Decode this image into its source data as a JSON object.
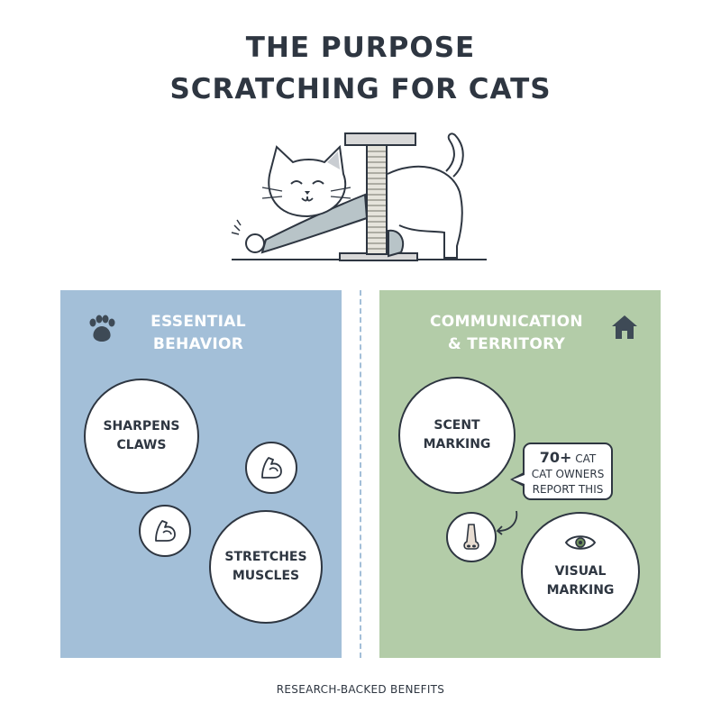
{
  "title": {
    "line1": "THE PURPOSE",
    "line2": "SCRATCHING FOR CATS"
  },
  "left_panel": {
    "heading_line1": "ESSENTIAL",
    "heading_line2": "BEHAVIOR",
    "icon": "paw-icon",
    "bubbles": [
      {
        "text": "SHARPENS\nCLAWS"
      },
      {
        "text": "STRETCHES\nMUSCLES"
      }
    ],
    "small_icons": [
      "flexed-arm-icon",
      "flexed-arm-icon"
    ],
    "color": "#a3bfd8"
  },
  "right_panel": {
    "heading_line1": "COMMUNICATION",
    "heading_line2": "& TERRITORY",
    "icon": "house-icon",
    "bubbles": [
      {
        "text": "SCENT\nMARKING"
      },
      {
        "text": "VISUAL\nMARKING"
      }
    ],
    "callout": {
      "stat": "70+",
      "line1_suffix": "CAT",
      "line2": "CAT OWNERS",
      "line3": "REPORT THIS"
    },
    "small_icons": [
      "nose-icon",
      "eye-icon"
    ],
    "color": "#b3cca8"
  },
  "footer": {
    "text": "RESEARCH-BACKED BENEFITS"
  },
  "colors": {
    "ink": "#2e3641",
    "panel_left": "#a3bfd8",
    "panel_right": "#b3cca8"
  }
}
